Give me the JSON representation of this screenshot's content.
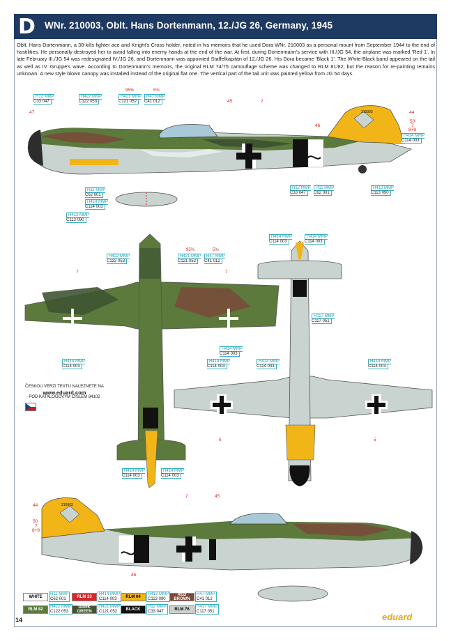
{
  "header": {
    "letter": "D",
    "title": "WNr. 210003, Oblt. Hans Dortenmann, 12./JG 26, Germany, 1945"
  },
  "description": "Oblt. Hans Dortenmann, a 38-kills fighter ace and Knight's Cross holder, noted in his memoirs that he used Dora WNr. 210003 as a personal mount from September 1944 to the end of hostilities. He personally destroyed her to avoid falling into enemy hands at the end of the war. At first, during Dortenmann's service with III./JG 54, the airplane was marked 'Red 1'. In late February III./JG 54 was redesignated IV./JG 26, and Dortenmann was appointed Staffelkapitän of 12./JG 26. His Dora became 'Black 1'. The White-Black band appeared on the tail as well as IV. Gruppe's wave. According to Dortenmann's memoirs, the original RLM 74/75 camouflage scheme was changed to RLM 81/82, but the reason for re-painting remains unknown. A new style blown canopy was installed instead of the original flat one. The vertical part of the tail unit was painted yellow from JG 54 days.",
  "profile_top": {
    "callouts": [
      {
        "h": "H12",
        "mmp": "MMP",
        "c": "C33",
        "m2": "047"
      },
      {
        "h": "H422",
        "mmp": "MMP",
        "c": "C122",
        "m2": "053"
      },
      {
        "h": "H421",
        "mmp": "MMP",
        "c": "C121",
        "m2": "052"
      },
      {
        "h": "H47",
        "mmp": "MMP",
        "c": "C41",
        "m2": "012"
      },
      {
        "h": "H414",
        "mmp": "MMP",
        "c": "C114",
        "m2": "003"
      },
      {
        "h": "H11",
        "mmp": "MMP",
        "c": "C62",
        "m2": "001"
      },
      {
        "h": "H414",
        "mmp": "MMP",
        "c": "C114",
        "m2": "003"
      },
      {
        "h": "H413",
        "mmp": "MMP",
        "c": "C113",
        "m2": "090"
      },
      {
        "h": "H12",
        "mmp": "MMP",
        "c": "C33",
        "m2": "047"
      },
      {
        "h": "H11",
        "mmp": "MMP",
        "c": "C62",
        "m2": "001"
      },
      {
        "h": "H413",
        "mmp": "MMP",
        "c": "C113",
        "m2": "090"
      }
    ],
    "numbers": [
      "47",
      "45",
      "2",
      "46",
      "44",
      "50",
      "7",
      "8+9"
    ],
    "percent_left": "95%",
    "percent_right": "5%",
    "serial": "210003",
    "fuselage_number": "1"
  },
  "plan_views": {
    "callouts": [
      {
        "h": "H422",
        "mmp": "MMP",
        "c": "C122",
        "m2": "053"
      },
      {
        "h": "H421",
        "mmp": "MMP",
        "c": "C121",
        "m2": "052"
      },
      {
        "h": "H47",
        "mmp": "MMP",
        "c": "C41",
        "m2": "012"
      },
      {
        "h": "H414",
        "mmp": "MMP",
        "c": "C114",
        "m2": "003"
      },
      {
        "h": "H414",
        "mmp": "MMP",
        "c": "C114",
        "m2": "003"
      },
      {
        "h": "H414",
        "mmp": "MMP",
        "c": "C114",
        "m2": "003"
      },
      {
        "h": "H414",
        "mmp": "MMP",
        "c": "C114",
        "m2": "003"
      },
      {
        "h": "H117",
        "mmp": "MMP",
        "c": "C117",
        "m2": "051"
      },
      {
        "h": "H414",
        "mmp": "MMP",
        "c": "C114",
        "m2": "003"
      },
      {
        "h": "H414",
        "mmp": "MMP",
        "c": "C114",
        "m2": "003"
      },
      {
        "h": "H414",
        "mmp": "MMP",
        "c": "C114",
        "m2": "003"
      },
      {
        "h": "H414",
        "mmp": "MMP",
        "c": "C114",
        "m2": "003"
      },
      {
        "h": "H414",
        "mmp": "MMP",
        "c": "C114",
        "m2": "003"
      }
    ],
    "numbers": [
      "7",
      "7",
      "5",
      "5"
    ],
    "percent_left": "95%",
    "percent_right": "5%"
  },
  "profile_bottom": {
    "numbers": [
      "44",
      "50",
      "7",
      "8+9",
      "2",
      "45",
      "46"
    ],
    "serial": "210003",
    "fuselage_number": "1"
  },
  "note": {
    "line1": "ČESKOU VERZI TEXTU NALEZNETE NA",
    "url": "www.eduard.com",
    "line3": "POD KATALOGOVÝM ČÍSLEM 84102"
  },
  "legend": [
    {
      "name": "WHITE",
      "color": "#ffffff",
      "text_color": "#000000",
      "h": "H11",
      "c": "C62",
      "code": "001"
    },
    {
      "name": "RLM 23",
      "color": "#d9262a",
      "text_color": "#ffffff",
      "h": "H414",
      "c": "C114",
      "code": "003"
    },
    {
      "name": "RLM 04",
      "color": "#f2b517",
      "text_color": "#000000",
      "h": "H413",
      "c": "C113",
      "code": "090"
    },
    {
      "name": "RED BROWN",
      "color": "#7a4a3a",
      "text_color": "#ffffff",
      "h": "H47",
      "c": "C41",
      "code": "012"
    },
    {
      "name": "RLM 82",
      "color": "#5b7a3c",
      "text_color": "#ffffff",
      "h": "H422",
      "c": "C122",
      "code": "053"
    },
    {
      "name": "DARK GREEN",
      "color": "#3f5432",
      "text_color": "#ffffff",
      "h": "H421",
      "c": "C121",
      "code": "052"
    },
    {
      "name": "BLACK",
      "color": "#111111",
      "text_color": "#ffffff",
      "h": "H12",
      "c": "C33",
      "code": "047"
    },
    {
      "name": "RLM 76",
      "color": "#c9d3cf",
      "text_color": "#000000",
      "h": "H417",
      "c": "C117",
      "code": "051"
    }
  ],
  "legend_mmp": "MMP",
  "page_number": "14",
  "brand": "eduard"
}
